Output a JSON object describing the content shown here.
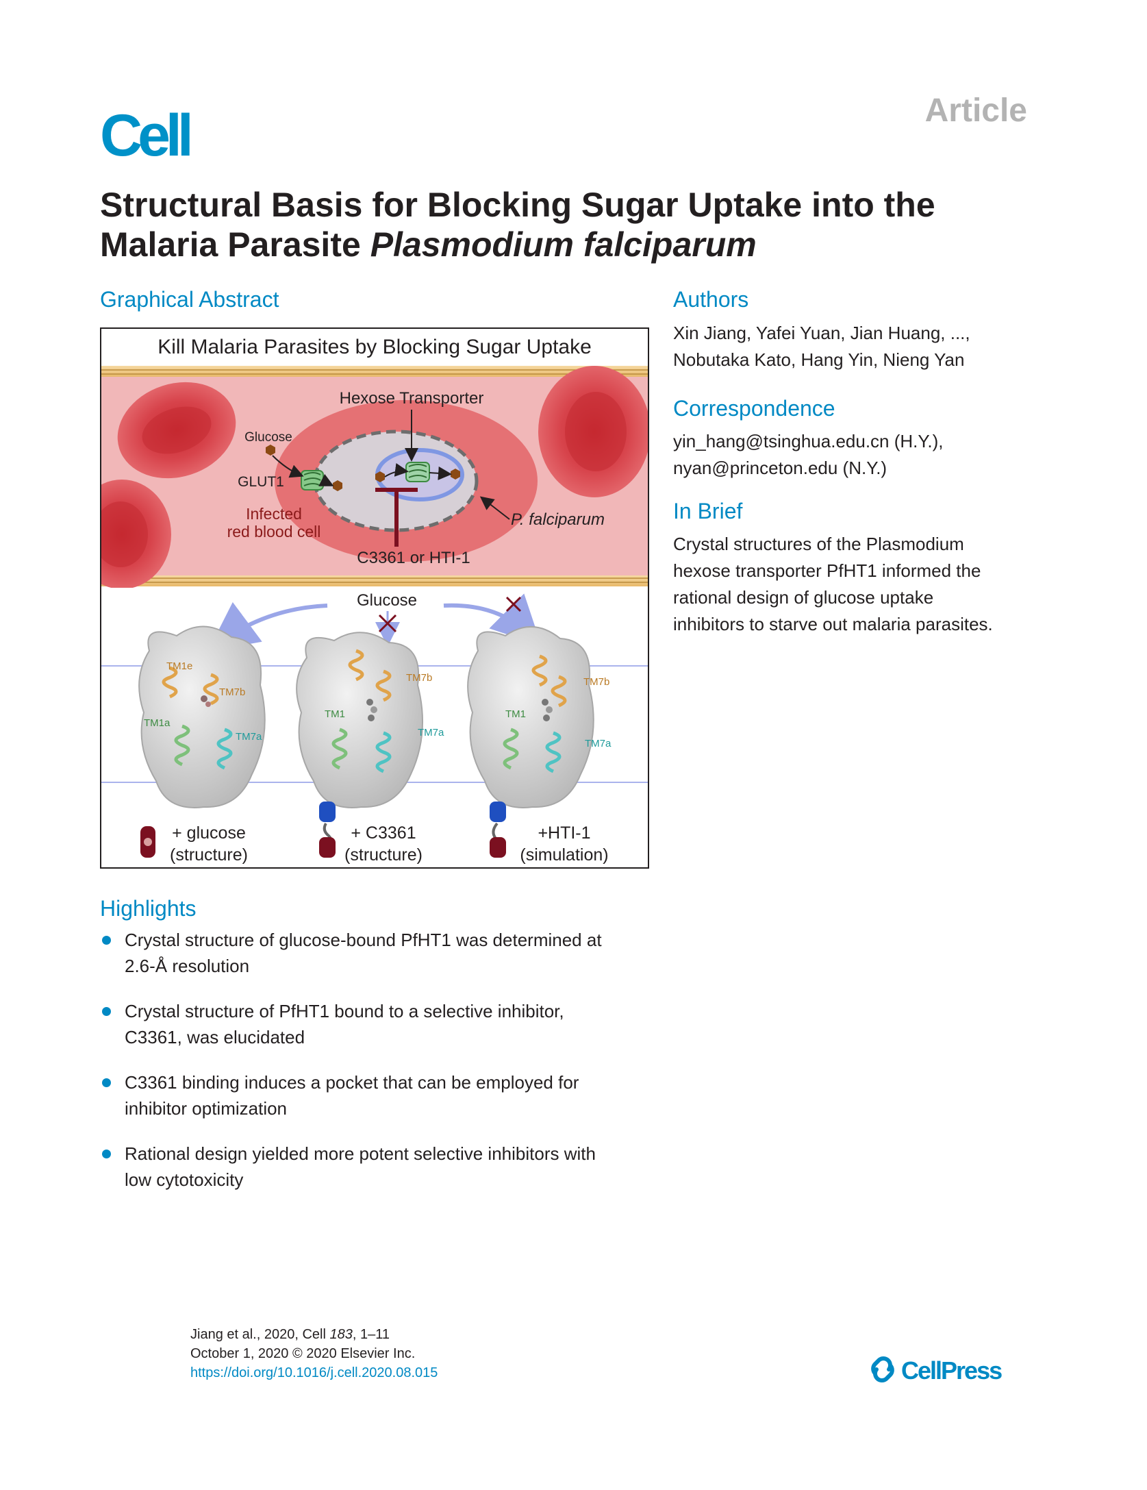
{
  "header": {
    "journal_logo": "Cell",
    "article_type": "Article"
  },
  "title": {
    "line1": "Structural Basis for Blocking Sugar Uptake into the",
    "line2_plain": "Malaria Parasite ",
    "line2_italic": "Plasmodium falciparum"
  },
  "graphical_abstract": {
    "heading": "Graphical Abstract",
    "banner": "Kill Malaria Parasites by Blocking Sugar Uptake",
    "labels": {
      "hexose_transporter": "Hexose Transporter",
      "glucose_top": "Glucose",
      "glut1": "GLUT1",
      "infected_line1": "Infected",
      "infected_line2": "red blood cell",
      "p_falciparum": "P. falciparum",
      "inhibitor": "C3361 or HTI-1",
      "glucose_bottom": "Glucose"
    },
    "panels": [
      {
        "tm_labels": [
          "TM1e",
          "TM7b",
          "TM1a",
          "TM7a"
        ],
        "caption1": "+ glucose",
        "caption2": "(structure)"
      },
      {
        "tm_labels": [
          "TM7b",
          "TM1",
          "TM7a"
        ],
        "caption1": "+ C3361",
        "caption2": "(structure)"
      },
      {
        "tm_labels": [
          "TM7b",
          "TM1",
          "TM7a"
        ],
        "caption1": "+HTI-1",
        "caption2": "(simulation)"
      }
    ]
  },
  "authors": {
    "heading": "Authors",
    "line1": "Xin Jiang, Yafei Yuan, Jian Huang, ...,",
    "line2": "Nobutaka Kato, Hang Yin, Nieng Yan"
  },
  "correspondence": {
    "heading": "Correspondence",
    "line1": "yin_hang@tsinghua.edu.cn (H.Y.),",
    "line2": "nyan@princeton.edu (N.Y.)"
  },
  "in_brief": {
    "heading": "In Brief",
    "lines": [
      "Crystal structures of the Plasmodium",
      "hexose transporter PfHT1 informed the",
      "rational design of glucose uptake",
      "inhibitors to starve out malaria parasites."
    ]
  },
  "highlights": {
    "heading": "Highlights",
    "items": [
      {
        "line1": "Crystal structure of glucose-bound PfHT1 was determined at",
        "line2": "2.6-Å resolution"
      },
      {
        "line1": "Crystal structure of PfHT1 bound to a selective inhibitor,",
        "line2": "C3361, was elucidated"
      },
      {
        "line1": "C3361 binding induces a pocket that can be employed for",
        "line2": "inhibitor optimization"
      },
      {
        "line1": "Rational design yielded more potent selective inhibitors with",
        "line2": "low cytotoxicity"
      }
    ]
  },
  "footer": {
    "citation_pre": "Jiang et al., 2020, Cell ",
    "citation_volume": "183",
    "citation_post": ", 1–11",
    "date_line": "October 1, 2020 © 2020 Elsevier Inc.",
    "doi": "https://doi.org/10.1016/j.cell.2020.08.015",
    "publisher_logo": "CellPress"
  },
  "colors": {
    "accent": "#0089c4",
    "logo": "#0091c8",
    "article_gray": "#b3b3b3",
    "blood_red": "#d9434b",
    "inhibitor_red": "#8b1a1a"
  }
}
